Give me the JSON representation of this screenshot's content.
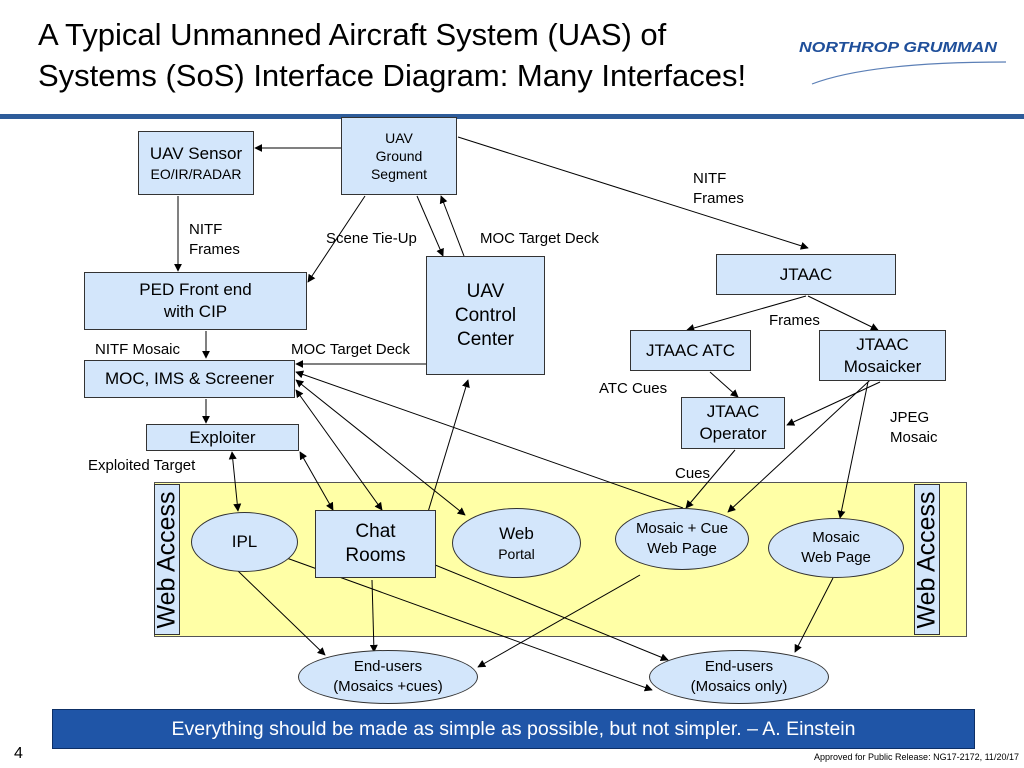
{
  "title": {
    "line1": "A Typical Unmanned Aircraft System (UAS) of",
    "line2": "Systems (SoS) Interface Diagram: Many Interfaces!"
  },
  "logo": {
    "text": "NORTHROP GRUMMAN"
  },
  "web_access": {
    "left": "Web Access",
    "right": "Web Access"
  },
  "nodes": {
    "uav_sensor": {
      "line1": "UAV Sensor",
      "line2": "EO/IR/RADAR"
    },
    "uav_ground": {
      "line1": "UAV",
      "line2": "Ground",
      "line3": "Segment"
    },
    "ped": {
      "line1": "PED Front end",
      "line2": "with CIP"
    },
    "uav_control": {
      "line1": "UAV",
      "line2": "Control",
      "line3": "Center"
    },
    "jtaac": {
      "label": "JTAAC"
    },
    "jtaac_atc": {
      "label": "JTAAC ATC"
    },
    "jtaac_mosaicker": {
      "line1": "JTAAC",
      "line2": "Mosaicker"
    },
    "moc": {
      "label": "MOC, IMS & Screener"
    },
    "jtaac_operator": {
      "line1": "JTAAC",
      "line2": "Operator"
    },
    "exploiter": {
      "label": "Exploiter"
    },
    "ipl": {
      "label": "IPL"
    },
    "chat": {
      "line1": "Chat",
      "line2": "Rooms"
    },
    "web_portal": {
      "line1": "Web",
      "line2": "Portal"
    },
    "mosaic_cue": {
      "line1": "Mosaic + Cue",
      "line2": "Web Page"
    },
    "mosaic_web": {
      "line1": "Mosaic",
      "line2": "Web Page"
    },
    "end_users_1": {
      "line1": "End-users",
      "line2": "(Mosaics +cues)"
    },
    "end_users_2": {
      "line1": "End-users",
      "line2": "(Mosaics only)"
    }
  },
  "edge_labels": {
    "nitf_frames_top": {
      "line1": "NITF",
      "line2": "Frames"
    },
    "nitf_frames_left": {
      "line1": "NITF",
      "line2": "Frames"
    },
    "scene_tie_up": "Scene Tie-Up",
    "moc_target_deck_top": "MOC Target Deck",
    "frames": "Frames",
    "nitf_mosaic": "NITF Mosaic",
    "moc_target_deck_mid": "MOC Target Deck",
    "atc_cues": "ATC Cues",
    "jpeg_mosaic": {
      "line1": "JPEG",
      "line2": "Mosaic"
    },
    "exploited_target": "Exploited Target",
    "cues": "Cues"
  },
  "quote": "Everything should be made as simple as possible, but not simpler. – A. Einstein",
  "page_number": "4",
  "footer": "Approved for Public Release: NG17-2172, 11/20/17",
  "colors": {
    "node_fill": "#d3e6fb",
    "web_zone": "#ffffa6",
    "rule": "#2e5c9a",
    "quote_bar": "#1f55a7",
    "logo": "#1f4f9a"
  }
}
